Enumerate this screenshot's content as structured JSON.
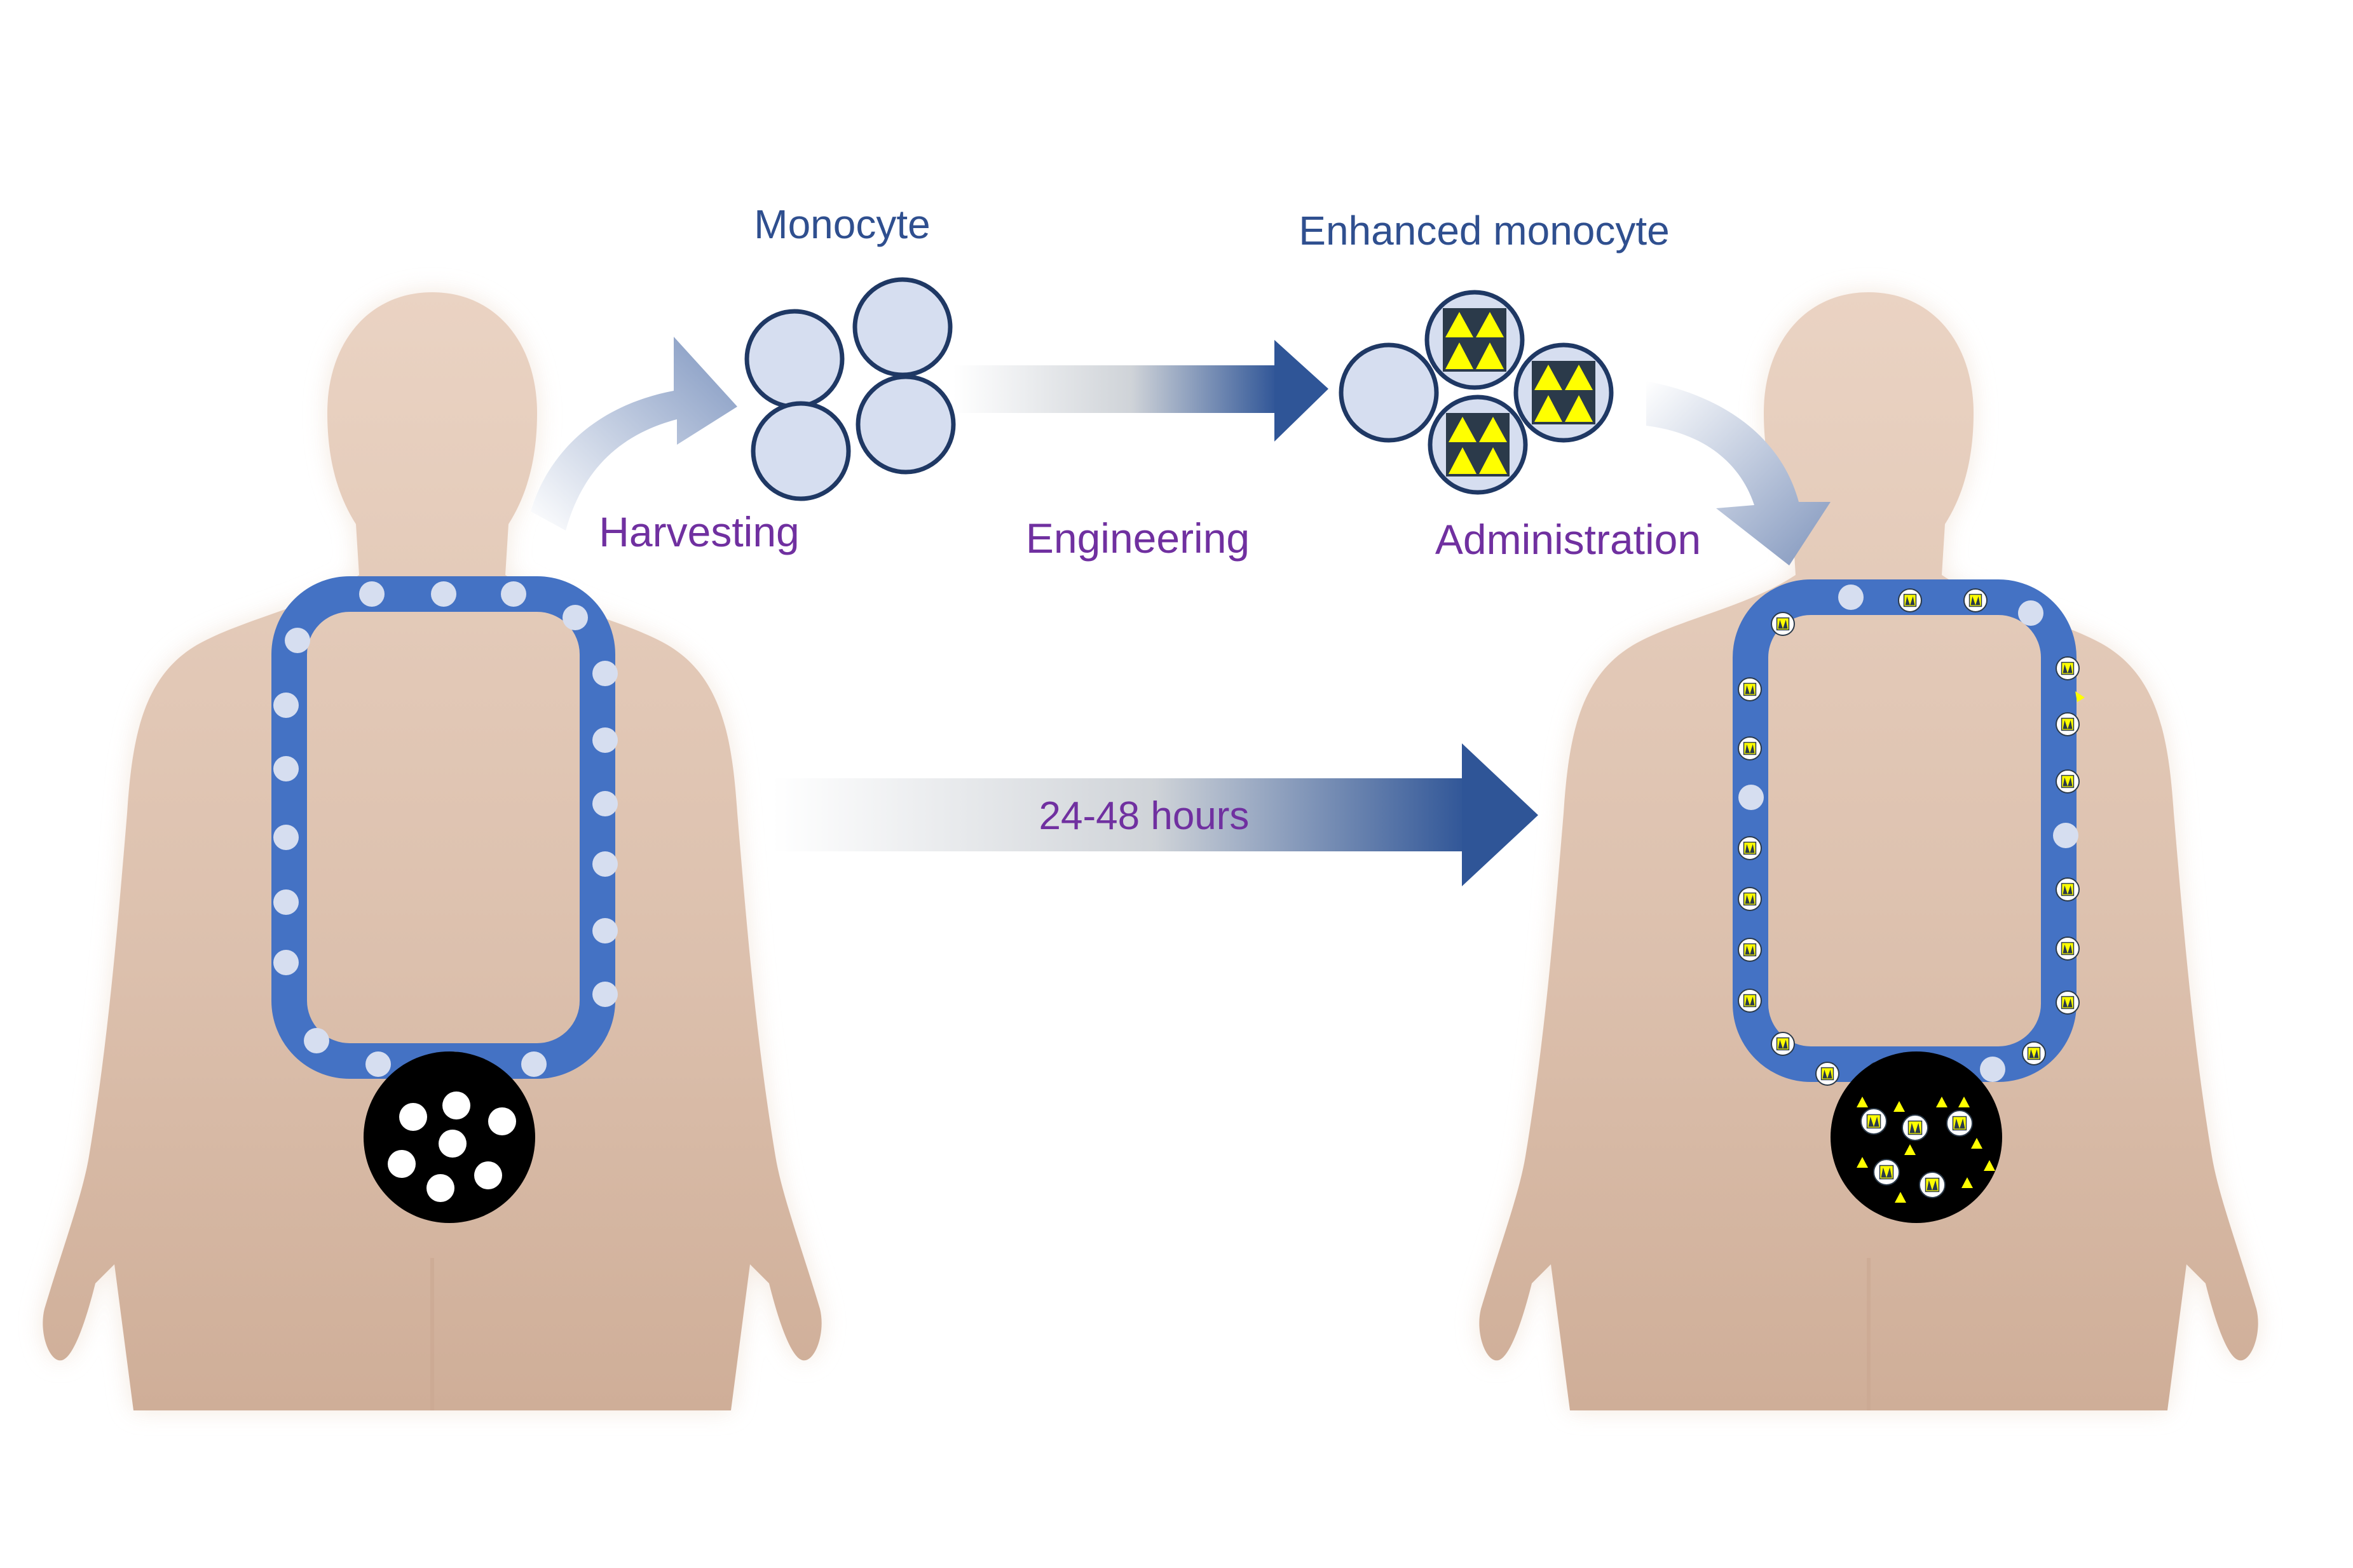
{
  "labels": {
    "monocyte": "Monocyte",
    "enhanced_monocyte": "Enhanced monocyte",
    "harvesting": "Harvesting",
    "engineering": "Engineering",
    "administration": "Administration",
    "duration": "24-48 hours"
  },
  "colors": {
    "heading_blue": "#2f4f8f",
    "step_purple": "#7030a0",
    "body_skin": "#dcc0ad",
    "vessel_blue": "#4472c4",
    "cell_fill": "#d6def0",
    "cell_stroke": "#1f3864",
    "payload_yellow": "#ffff00",
    "payload_dark": "#2b3a4a",
    "tumor_black": "#000000"
  }
}
